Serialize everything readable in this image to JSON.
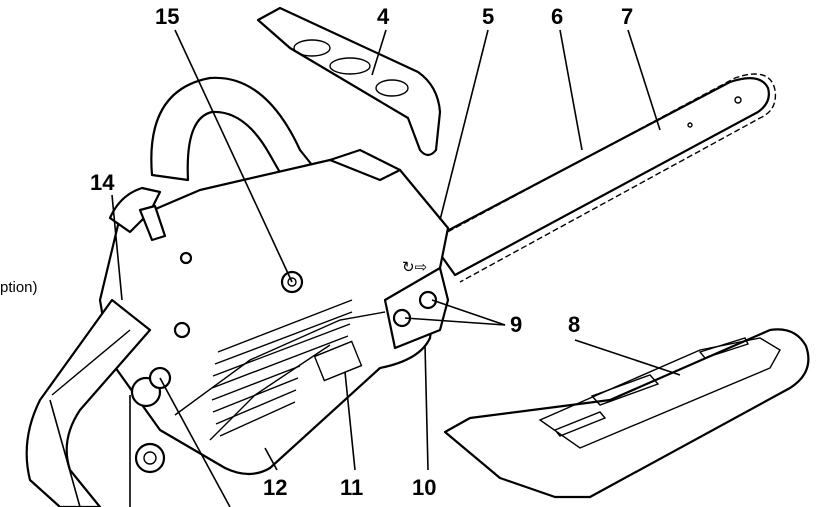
{
  "side_note": "ption)",
  "labels": {
    "n4": "4",
    "n5": "5",
    "n6": "6",
    "n7": "7",
    "n8": "8",
    "n9": "9",
    "n10": "10",
    "n11": "11",
    "n12": "12",
    "n14": "14",
    "n15": "15"
  }
}
